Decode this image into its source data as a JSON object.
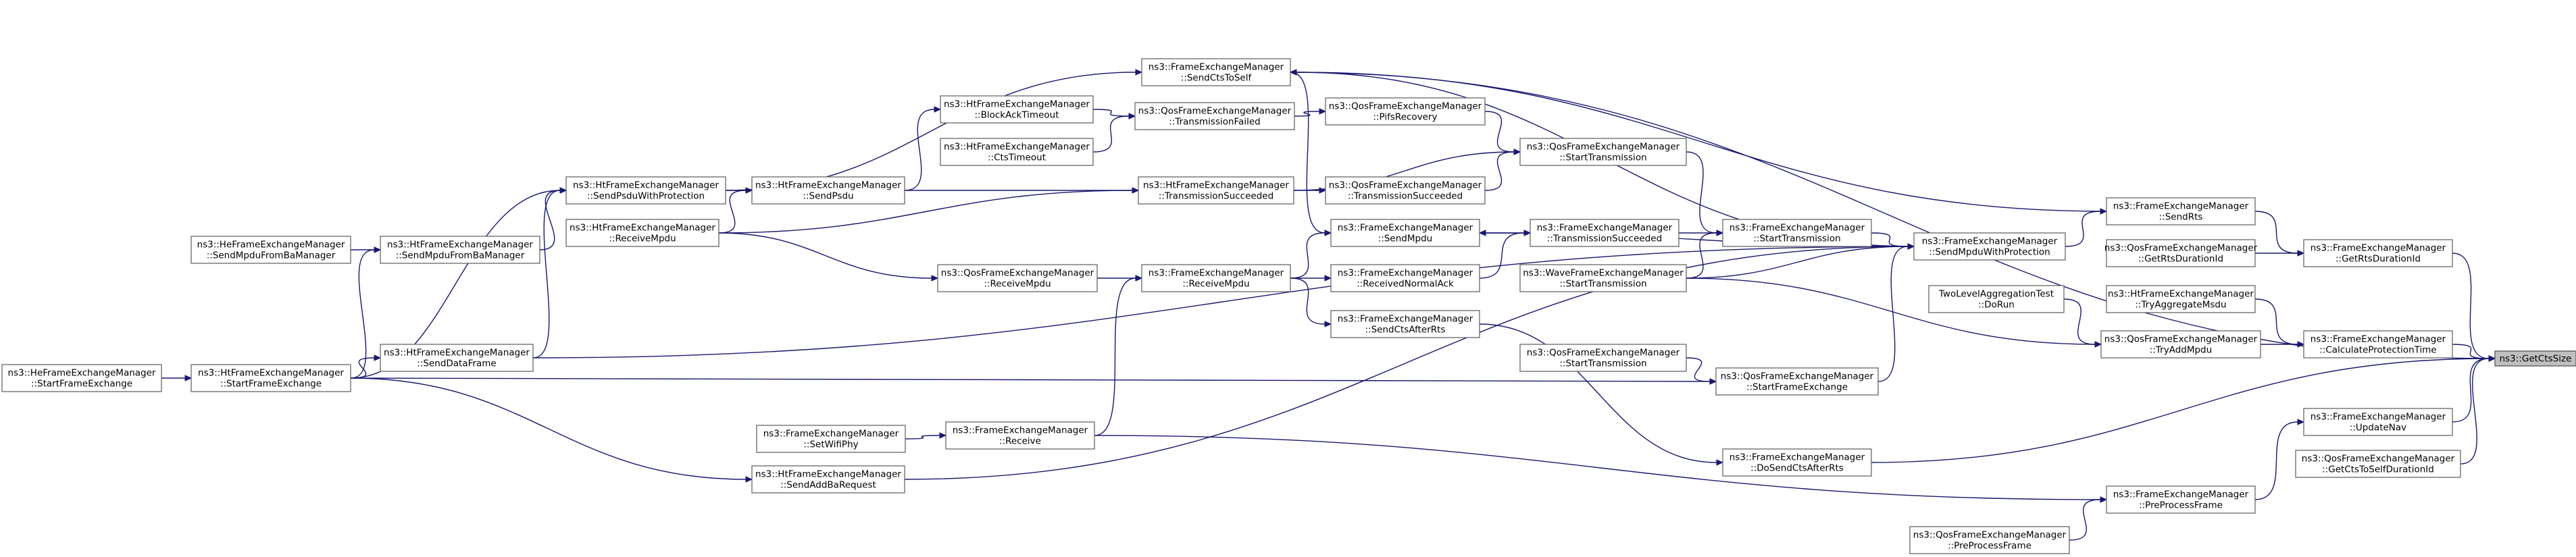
{
  "diagram": {
    "type": "call-graph",
    "edge_color": "#191970",
    "node_fill": "#ffffff",
    "highlight_fill": "#bfbfbf",
    "nodes": [
      {
        "id": "get_cts_size",
        "lines": [
          "ns3::GetCtsSize"
        ],
        "highlight": true
      },
      {
        "id": "fem_get_rts_duration_id",
        "lines": [
          "ns3::FrameExchangeManager",
          "::GetRtsDurationId"
        ]
      },
      {
        "id": "fem_calc_protection_time",
        "lines": [
          "ns3::FrameExchangeManager",
          "::CalculateProtectionTime"
        ]
      },
      {
        "id": "fem_update_nav",
        "lines": [
          "ns3::FrameExchangeManager",
          "::UpdateNav"
        ]
      },
      {
        "id": "qos_get_cts_to_self_duration_id",
        "lines": [
          "ns3::QosFrameExchangeManager",
          "::GetCtsToSelfDurationId"
        ]
      },
      {
        "id": "fem_send_rts",
        "lines": [
          "ns3::FrameExchangeManager",
          "::SendRts"
        ]
      },
      {
        "id": "qos_get_rts_duration_id",
        "lines": [
          "ns3::QosFrameExchangeManager",
          "::GetRtsDurationId"
        ]
      },
      {
        "id": "ht_try_aggregate_msdu",
        "lines": [
          "ns3::HtFrameExchangeManager",
          "::TryAggregateMsdu"
        ]
      },
      {
        "id": "qos_try_add_mpdu",
        "lines": [
          "ns3::QosFrameExchangeManager",
          "::TryAddMpdu"
        ]
      },
      {
        "id": "two_level_do_run",
        "lines": [
          "TwoLevelAggregationTest",
          "::DoRun"
        ]
      },
      {
        "id": "fem_pre_process_frame",
        "lines": [
          "ns3::FrameExchangeManager",
          "::PreProcessFrame"
        ]
      },
      {
        "id": "qos_pre_process_frame",
        "lines": [
          "ns3::QosFrameExchangeManager",
          "::PreProcessFrame"
        ]
      },
      {
        "id": "fem_send_mpdu_with_protection",
        "lines": [
          "ns3::FrameExchangeManager",
          "::SendMpduWithProtection"
        ]
      },
      {
        "id": "fem_start_transmission",
        "lines": [
          "ns3::FrameExchangeManager",
          "::StartTransmission"
        ]
      },
      {
        "id": "wave_start_transmission",
        "lines": [
          "ns3::WaveFrameExchangeManager",
          "::StartTransmission"
        ]
      },
      {
        "id": "qos_start_frame_exchange",
        "lines": [
          "ns3::QosFrameExchangeManager",
          "::StartFrameExchange"
        ]
      },
      {
        "id": "qos_start_transmission_b",
        "lines": [
          "ns3::QosFrameExchangeManager",
          "::StartTransmission"
        ]
      },
      {
        "id": "fem_do_send_cts_after_rts",
        "lines": [
          "ns3::FrameExchangeManager",
          "::DoSendCtsAfterRts"
        ]
      },
      {
        "id": "fem_transmission_succeeded",
        "lines": [
          "ns3::FrameExchangeManager",
          "::TransmissionSucceeded"
        ]
      },
      {
        "id": "qos_start_transmission",
        "lines": [
          "ns3::QosFrameExchangeManager",
          "::StartTransmission"
        ]
      },
      {
        "id": "fem_send_mpdu",
        "lines": [
          "ns3::FrameExchangeManager",
          "::SendMpdu"
        ]
      },
      {
        "id": "fem_received_normal_ack",
        "lines": [
          "ns3::FrameExchangeManager",
          "::ReceivedNormalAck"
        ]
      },
      {
        "id": "fem_send_cts_after_rts",
        "lines": [
          "ns3::FrameExchangeManager",
          "::SendCtsAfterRts"
        ]
      },
      {
        "id": "qos_pifs_recovery",
        "lines": [
          "ns3::QosFrameExchangeManager",
          "::PifsRecovery"
        ]
      },
      {
        "id": "qos_transmission_succeeded",
        "lines": [
          "ns3::QosFrameExchangeManager",
          "::TransmissionSucceeded"
        ]
      },
      {
        "id": "fem_send_cts_to_self",
        "lines": [
          "ns3::FrameExchangeManager",
          "::SendCtsToSelf"
        ]
      },
      {
        "id": "qos_transmission_failed",
        "lines": [
          "ns3::QosFrameExchangeManager",
          "::TransmissionFailed"
        ]
      },
      {
        "id": "ht_transmission_succeeded",
        "lines": [
          "ns3::HtFrameExchangeManager",
          "::TransmissionSucceeded"
        ]
      },
      {
        "id": "fem_receive_mpdu",
        "lines": [
          "ns3::FrameExchangeManager",
          "::ReceiveMpdu"
        ]
      },
      {
        "id": "ht_block_ack_timeout",
        "lines": [
          "ns3::HtFrameExchangeManager",
          "::BlockAckTimeout"
        ]
      },
      {
        "id": "ht_cts_timeout",
        "lines": [
          "ns3::HtFrameExchangeManager",
          "::CtsTimeout"
        ]
      },
      {
        "id": "ht_send_psdu",
        "lines": [
          "ns3::HtFrameExchangeManager",
          "::SendPsdu"
        ]
      },
      {
        "id": "qos_receive_mpdu",
        "lines": [
          "ns3::QosFrameExchangeManager",
          "::ReceiveMpdu"
        ]
      },
      {
        "id": "fem_set_wifi_phy",
        "lines": [
          "ns3::FrameExchangeManager",
          "::SetWifiPhy"
        ]
      },
      {
        "id": "fem_receive",
        "lines": [
          "ns3::FrameExchangeManager",
          "::Receive"
        ]
      },
      {
        "id": "ht_send_add_ba_request",
        "lines": [
          "ns3::HtFrameExchangeManager",
          "::SendAddBaRequest"
        ]
      },
      {
        "id": "ht_send_psdu_with_protection",
        "lines": [
          "ns3::HtFrameExchangeManager",
          "::SendPsduWithProtection"
        ]
      },
      {
        "id": "ht_receive_mpdu",
        "lines": [
          "ns3::HtFrameExchangeManager",
          "::ReceiveMpdu"
        ]
      },
      {
        "id": "ht_send_mpdu_from_ba_manager",
        "lines": [
          "ns3::HtFrameExchangeManager",
          "::SendMpduFromBaManager"
        ]
      },
      {
        "id": "ht_send_data_frame",
        "lines": [
          "ns3::HtFrameExchangeManager",
          "::SendDataFrame"
        ]
      },
      {
        "id": "he_send_mpdu_from_ba_manager",
        "lines": [
          "ns3::HeFrameExchangeManager",
          "::SendMpduFromBaManager"
        ]
      },
      {
        "id": "ht_start_frame_exchange",
        "lines": [
          "ns3::HtFrameExchangeManager",
          "::StartFrameExchange"
        ]
      },
      {
        "id": "he_start_frame_exchange",
        "lines": [
          "ns3::HeFrameExchangeManager",
          "::StartFrameExchange"
        ]
      }
    ]
  }
}
